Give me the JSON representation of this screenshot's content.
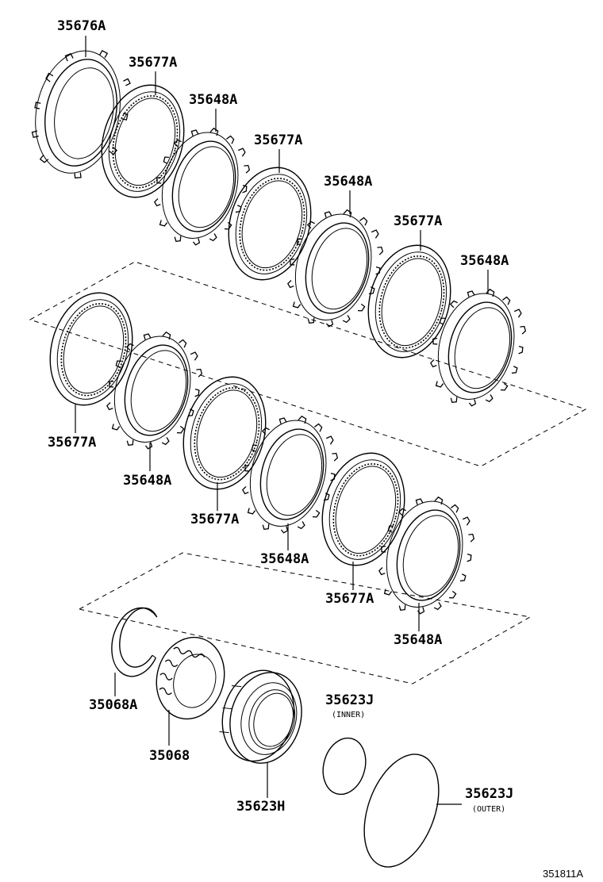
{
  "figure_number": "351811A",
  "parts": [
    {
      "id": "p1",
      "number": "35676A"
    },
    {
      "id": "p2",
      "number": "35677A"
    },
    {
      "id": "p3",
      "number": "35648A"
    },
    {
      "id": "p4",
      "number": "35677A"
    },
    {
      "id": "p5",
      "number": "35648A"
    },
    {
      "id": "p6",
      "number": "35677A"
    },
    {
      "id": "p7",
      "number": "35648A"
    },
    {
      "id": "p8",
      "number": "35677A"
    },
    {
      "id": "p9",
      "number": "35648A"
    },
    {
      "id": "p10",
      "number": "35677A"
    },
    {
      "id": "p11",
      "number": "35648A"
    },
    {
      "id": "p12",
      "number": "35677A"
    },
    {
      "id": "p13",
      "number": "35648A"
    },
    {
      "id": "p14",
      "number": "35068A"
    },
    {
      "id": "p15",
      "number": "35068"
    },
    {
      "id": "p16",
      "number": "35623H"
    },
    {
      "id": "p17",
      "number": "35623J",
      "note": "(INNER)"
    },
    {
      "id": "p18",
      "number": "35623J",
      "note": "(OUTER)"
    }
  ]
}
